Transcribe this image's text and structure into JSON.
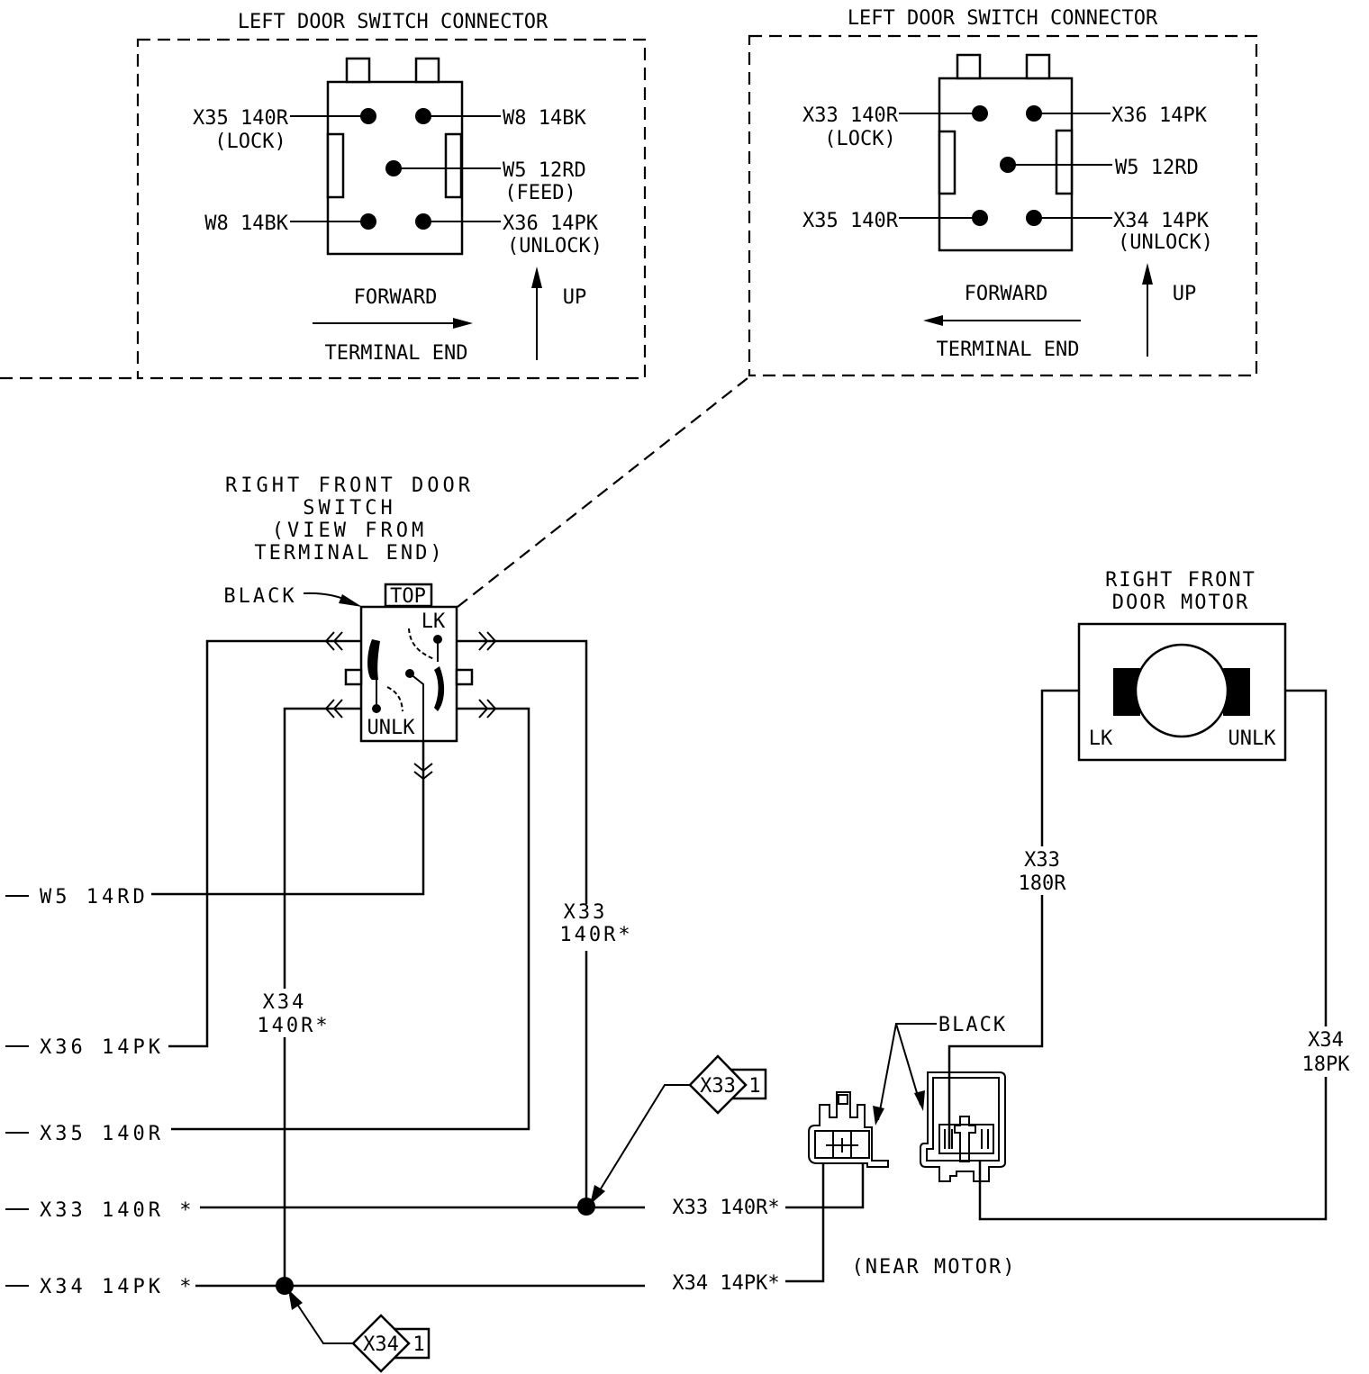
{
  "colors": {
    "ink": "#000000",
    "background": "#ffffff"
  },
  "connector_left": {
    "title": "LEFT DOOR SWITCH CONNECTOR",
    "pins": {
      "top_left": {
        "wire": "X35 140R",
        "note": "(LOCK)"
      },
      "top_right": {
        "wire": "W8 14BK",
        "note": ""
      },
      "middle": {
        "wire": "W5 12RD",
        "note": "(FEED)"
      },
      "bottom_left": {
        "wire": "W8 14BK",
        "note": ""
      },
      "bottom_right": {
        "wire": "X36 14PK",
        "note": "(UNLOCK)"
      }
    },
    "forward_label": "FORWARD",
    "terminal_end_label": "TERMINAL END",
    "up_label": "UP",
    "forward_direction": "right"
  },
  "connector_right": {
    "title": "LEFT DOOR SWITCH CONNECTOR",
    "pins": {
      "top_left": {
        "wire": "X33 140R",
        "note": "(LOCK)"
      },
      "top_right": {
        "wire": "X36 14PK",
        "note": ""
      },
      "middle": {
        "wire": "W5 12RD",
        "note": ""
      },
      "bottom_left": {
        "wire": "X35 140R",
        "note": ""
      },
      "bottom_right": {
        "wire": "X34 14PK",
        "note": "(UNLOCK)"
      }
    },
    "forward_label": "FORWARD",
    "terminal_end_label": "TERMINAL END",
    "up_label": "UP",
    "forward_direction": "left"
  },
  "door_switch": {
    "title_lines": [
      "RIGHT FRONT DOOR",
      "SWITCH",
      "(VIEW FROM",
      "TERMINAL END)"
    ],
    "black_label": "BLACK",
    "top_label": "TOP",
    "lk_label": "LK",
    "unlk_label": "UNLK"
  },
  "door_motor": {
    "title_lines": [
      "RIGHT FRONT",
      "DOOR MOTOR"
    ],
    "lk_label": "LK",
    "unlk_label": "UNLK"
  },
  "left_wires": [
    {
      "label": "W5 14RD"
    },
    {
      "label": "X36 14PK"
    },
    {
      "label": "X35 140R"
    },
    {
      "label": "X33 140R *"
    },
    {
      "label": "X34 14PK *"
    }
  ],
  "wire_labels": {
    "x34_vertical": [
      "X34",
      "140R*"
    ],
    "x33_vertical": [
      "X33",
      "140R*"
    ],
    "x33_motor": [
      "X33",
      "180R"
    ],
    "x34_motor": [
      "X34",
      "18PK"
    ],
    "x33_run": "X33 140R*",
    "x34_run": "X34 14PK*"
  },
  "splices": {
    "x33": {
      "id": "X33",
      "num": "1"
    },
    "x34": {
      "id": "X34",
      "num": "1"
    }
  },
  "near_motor": {
    "black_label": "BLACK",
    "caption": "(NEAR MOTOR)"
  }
}
